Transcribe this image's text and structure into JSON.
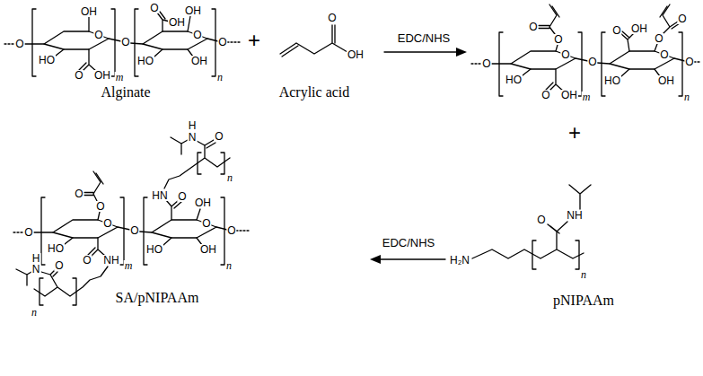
{
  "diagram": {
    "labels": [
      "O",
      "OH",
      "O",
      "HO",
      "O",
      "OH",
      "m",
      "O",
      "O",
      "OH",
      "OH",
      "O",
      "HO",
      "OH",
      "n",
      "O",
      "Alginate",
      "+",
      "O",
      "OH",
      "Acrylic acid",
      "EDC/NHS",
      "O",
      "O",
      "O",
      "O",
      "HO",
      "O",
      "OH",
      "m",
      "O",
      "O",
      "OH",
      "O",
      "O",
      "O",
      "HO",
      "OH",
      "n",
      "O",
      "O",
      "O",
      "O",
      "O",
      "HO",
      "O",
      "NH",
      "m",
      "O",
      "HN",
      "O",
      "OH",
      "O",
      "HO",
      "OH",
      "n",
      "O",
      "H",
      "N",
      "O",
      "n",
      "H",
      "N",
      "O",
      "n",
      "SA/pNIPAAm",
      "EDC/NHS",
      "+",
      "O",
      "NH",
      "H₂N",
      "n",
      "pNIPAAm"
    ]
  }
}
